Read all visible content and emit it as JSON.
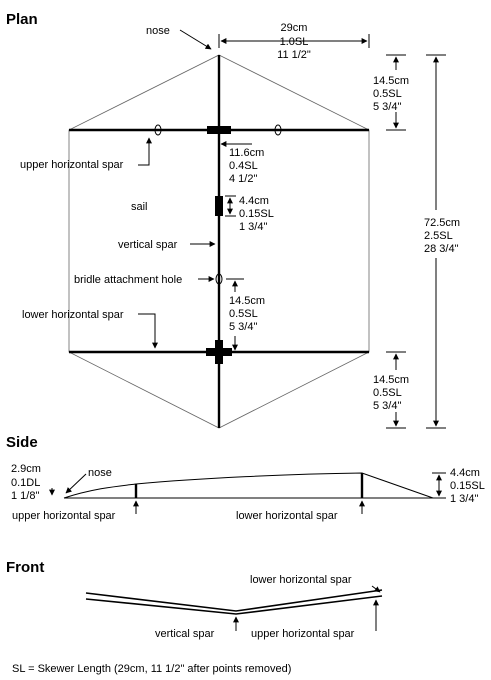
{
  "plan": {
    "heading": "Plan",
    "nose_label": "nose",
    "half_width": [
      "29cm",
      "1.0SL",
      "11 1/2\""
    ],
    "upper_offset": [
      "14.5cm",
      "0.5SL",
      "5 3/4\""
    ],
    "total_height": [
      "72.5cm",
      "2.5SL",
      "28 3/4\""
    ],
    "upper_spar_label": "upper horizontal spar",
    "upper_spar_dim": [
      "11.6cm",
      "0.4SL",
      "4 1/2\""
    ],
    "sail_label": "sail",
    "sleeve_dim": [
      "4.4cm",
      "0.15SL",
      "1 3/4\""
    ],
    "vertical_spar_label": "vertical spar",
    "bridle_label": "bridle attachment hole",
    "bridle_dim": [
      "14.5cm",
      "0.5SL",
      "5 3/4\""
    ],
    "lower_spar_label": "lower horizontal spar",
    "lower_offset": [
      "14.5cm",
      "0.5SL",
      "5 3/4\""
    ]
  },
  "side": {
    "heading": "Side",
    "nose_label": "nose",
    "nose_dim": [
      "2.9cm",
      "0.1DL",
      "1 1/8\""
    ],
    "tail_dim": [
      "4.4cm",
      "0.15SL",
      "1 3/4\""
    ],
    "upper_spar_label": "upper horizontal spar",
    "lower_spar_label": "lower horizontal spar"
  },
  "front": {
    "heading": "Front",
    "lower_spar_label": "lower horizontal spar",
    "vertical_spar_label": "vertical spar",
    "upper_spar_label": "upper horizontal spar"
  },
  "footnote": "SL = Skewer Length (29cm, 11 1/2\" after points removed)"
}
